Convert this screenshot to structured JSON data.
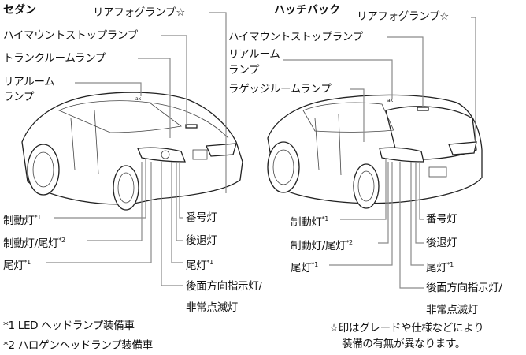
{
  "sedan": {
    "title": "セダン",
    "rear_fog": "リアフォグランプ☆",
    "high_mount": "ハイマウントストップランプ",
    "trunk_room": "トランクルームランプ",
    "rear_room_1": "リアルーム",
    "rear_room_2": "ランプ",
    "brake": "制動灯",
    "brake_mark": "*1",
    "brake_tail": "制動灯/尾灯",
    "brake_tail_mark": "*2",
    "tail": "尾灯",
    "tail_mark": "*1",
    "license": "番号灯",
    "reverse": "後退灯",
    "tail_r": "尾灯",
    "tail_r_mark": "*1",
    "turn_1": "後面方向指示灯/",
    "turn_2": "非常点滅灯"
  },
  "hatch": {
    "title": "ハッチバック",
    "rear_fog": "リアフォグランプ☆",
    "high_mount": "ハイマウントストップランプ",
    "rear_room_1": "リアルーム",
    "rear_room_2": "ランプ",
    "luggage_room": "ラゲッジルームランプ",
    "brake": "制動灯",
    "brake_mark": "*1",
    "brake_tail": "制動灯/尾灯",
    "brake_tail_mark": "*2",
    "tail": "尾灯",
    "tail_mark": "*1",
    "license": "番号灯",
    "reverse": "後退灯",
    "tail_r": "尾灯",
    "tail_r_mark": "*1",
    "turn_1": "後面方向指示灯/",
    "turn_2": "非常点滅灯"
  },
  "footnotes": {
    "note1": "*1 LED ヘッドランプ装備車",
    "note2": "*2 ハロゲンヘッドランプ装備車",
    "star_1": "☆印はグレードや仕様などにより",
    "star_2": "装備の有無が異なります。"
  }
}
